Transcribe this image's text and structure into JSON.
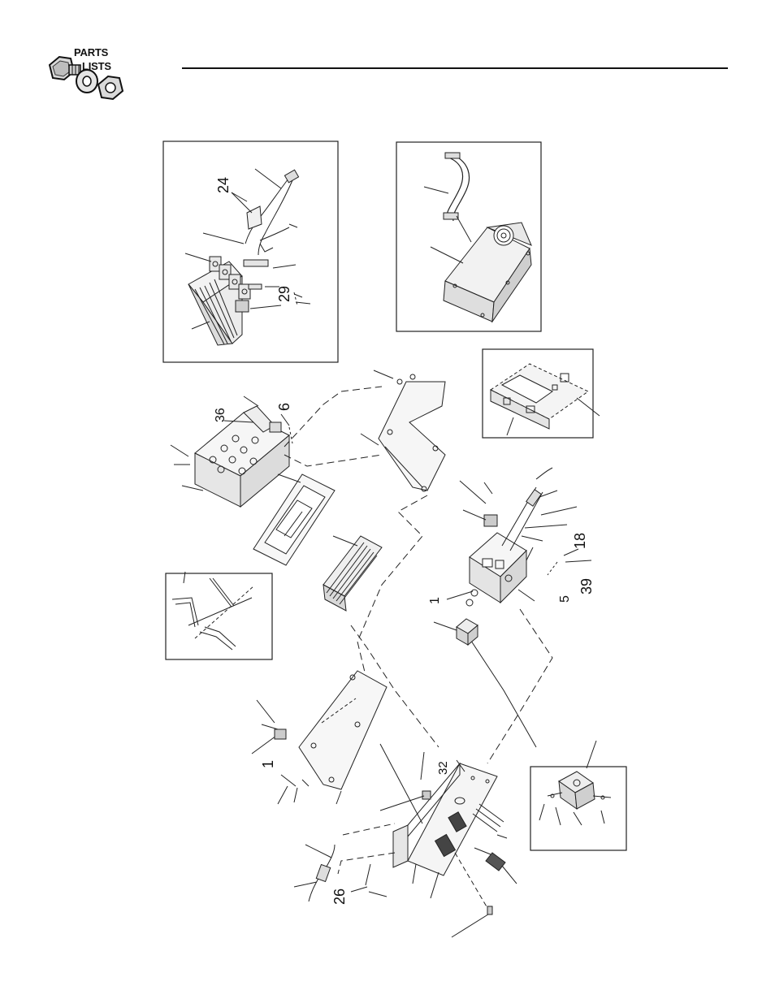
{
  "header": {
    "logo_line1": "PARTS",
    "logo_line2": "LISTS"
  },
  "callouts": {
    "c24": "24",
    "c29": "29",
    "c36": "36",
    "c6": "6",
    "c18": "18",
    "c39": "39",
    "c5": "5",
    "c1a": "1",
    "c1b": "1",
    "c32": "32",
    "c26": "26"
  }
}
